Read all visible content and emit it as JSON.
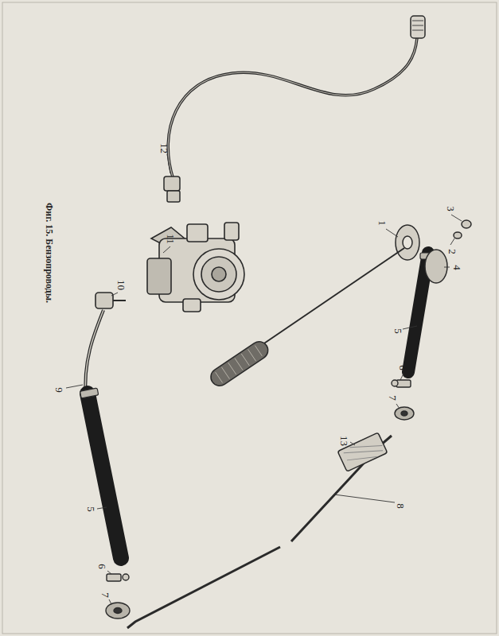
{
  "diagram": {
    "caption": "Фиг. 15. Бензопроводы.",
    "labels": [
      "12",
      "11",
      "10",
      "9",
      "5",
      "6",
      "7",
      "1",
      "2",
      "3",
      "4",
      "5",
      "6",
      "7",
      "8",
      "13"
    ]
  }
}
